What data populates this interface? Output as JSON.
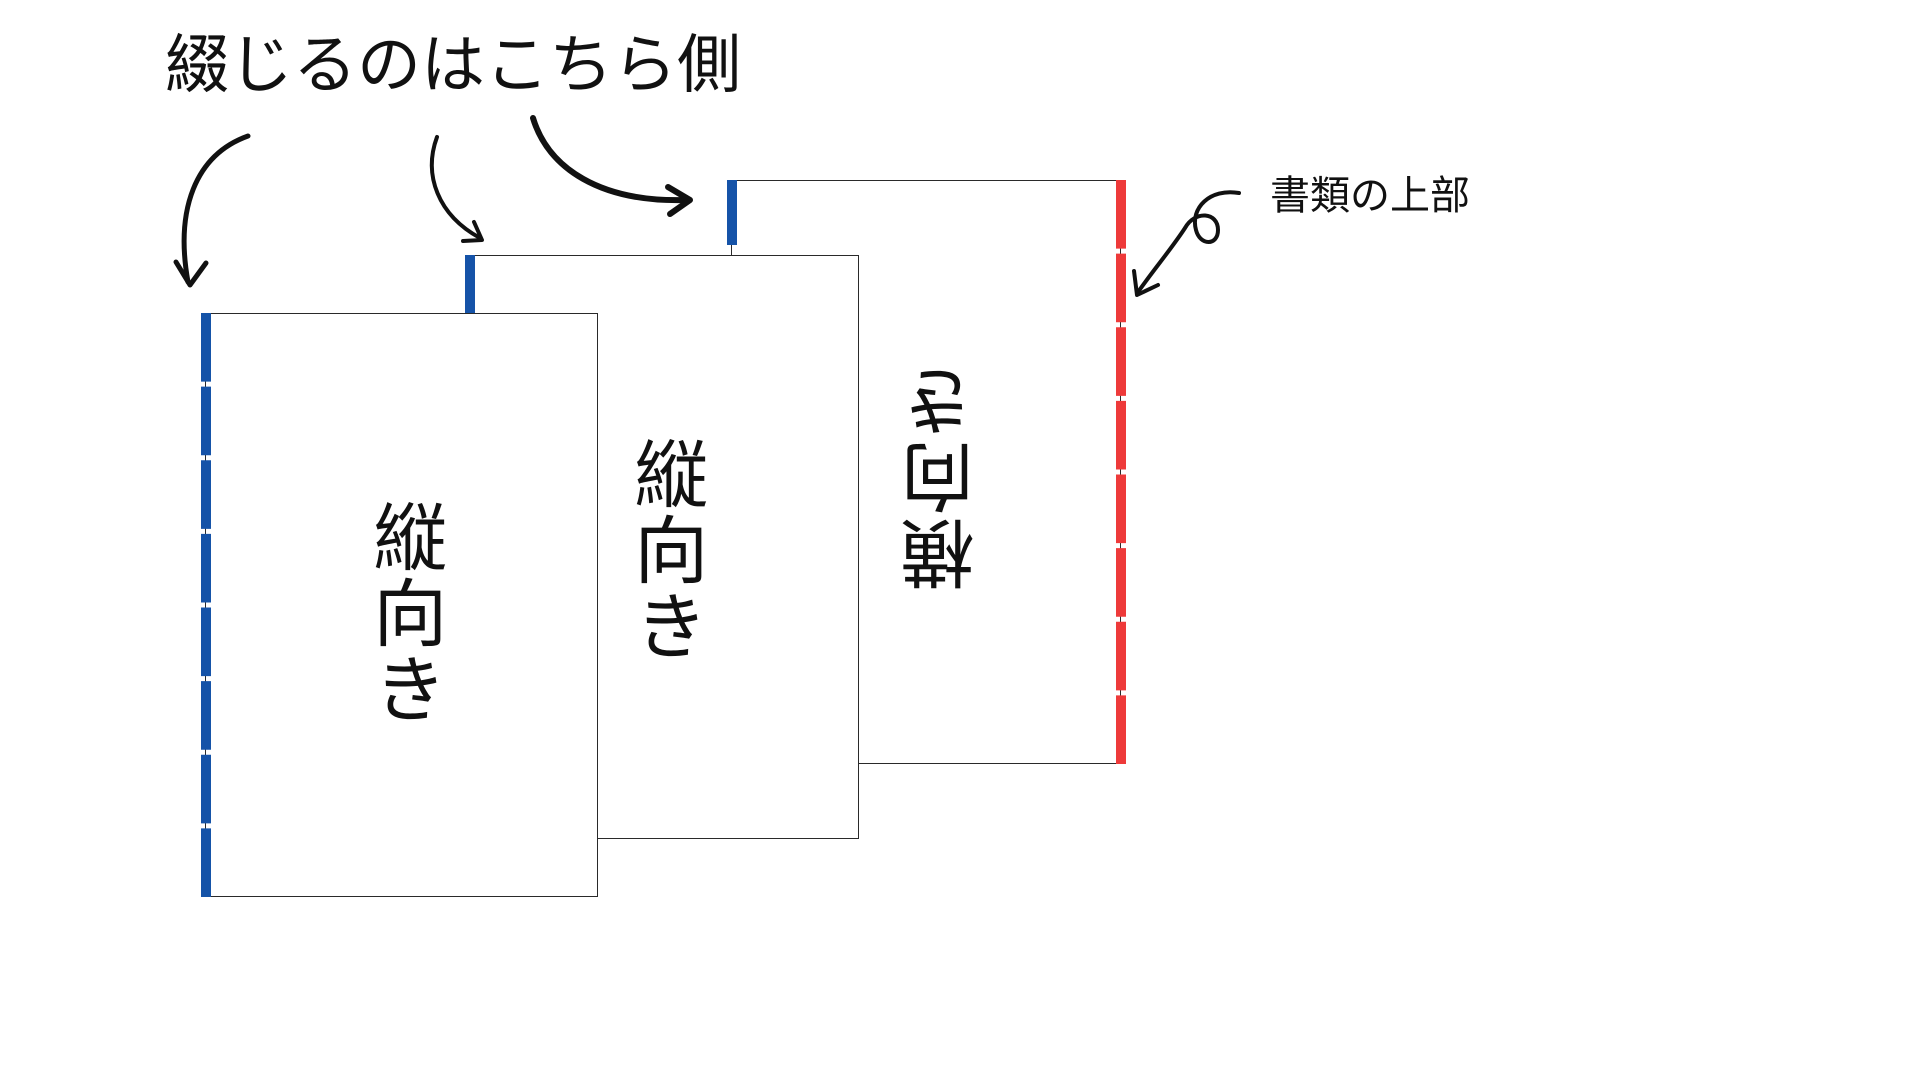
{
  "annotations": {
    "binding_side": "綴じるのはこちら側",
    "document_top": "書類の上部"
  },
  "sheets": [
    {
      "label": "縦向き"
    },
    {
      "label": "縦向き"
    },
    {
      "label": "横向き"
    }
  ],
  "colors": {
    "binding_edge": "#1553a8",
    "top_edge": "#ee3a3a",
    "outline": "#2a2a2a",
    "arrow": "#111111"
  }
}
